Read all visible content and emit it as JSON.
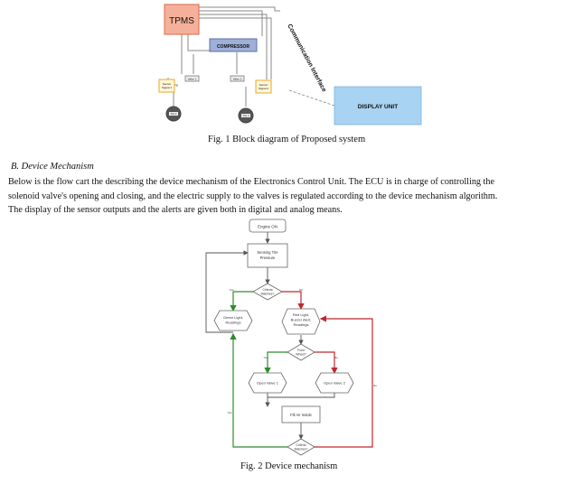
{
  "figure1": {
    "blocks": {
      "tpms": "TPMS",
      "compressor": "COMPRESSOR",
      "display": "DISPLAY UNIT",
      "valve1": "Valve 1",
      "valve2": "Valve 2",
      "sensor1_line1": "Sensor",
      "sensor1_line2": "Signal 1",
      "sensor2_line1": "Sensor",
      "sensor2_line2": "Signal 2",
      "tire1": "Tire 1",
      "tire2": "Tire 2",
      "comm_interface": "Communication Interface"
    },
    "caption": "Fig. 1 Block diagram of Proposed system"
  },
  "section": {
    "heading": "B.   Device Mechanism",
    "paragraph": [
      "Below is the flow cart the describing the device mechanism of the Electronics Control Unit. The ECU is in charge of controlling the",
      "solenoid valve's opening and closing, and the electric supply to the valves is regulated according to the device mechanism algorithm.",
      "The display of the sensor outputs and the alerts are given both in digital and analog means."
    ]
  },
  "figure2": {
    "nodes": {
      "engine_on": "Engine ON",
      "sensing_line1": "Sensing Tire",
      "sensing_line2": "Pressure",
      "criteria1_line1": "Criteria",
      "criteria1_line2": "Matches?",
      "green_line1": "Green Light,",
      "green_line2": "Readings",
      "red_line1": "Red Light,",
      "red_line2": "Buzzer Alert,",
      "red_line3": "Readings",
      "front_line1": "Front",
      "front_line2": "Wheel?",
      "open_valve1": "Open Valve 1",
      "open_valve2": "Open Valve 2",
      "fill_air": "Fill Air Inside",
      "criteria2_line1": "Criteria",
      "criteria2_line2": "Matches?"
    },
    "labels": {
      "yes": "Yes",
      "no": "No"
    },
    "colors": {
      "green": "#2e8b2e",
      "red": "#c0282d"
    },
    "caption": "Fig. 2 Device mechanism"
  }
}
